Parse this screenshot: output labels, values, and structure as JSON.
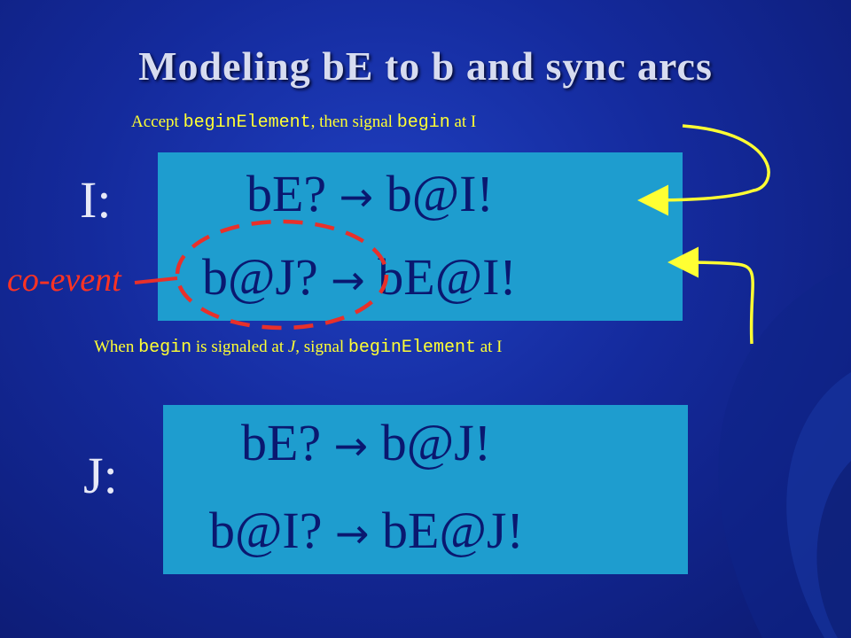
{
  "title": "Modeling bE to b and sync arcs",
  "note_top": {
    "pre": "Accept ",
    "code1": "beginElement",
    "mid": ", then signal ",
    "code2": "begin",
    "post": " at I"
  },
  "note_bottom": {
    "pre": "When ",
    "code1": "begin",
    "mid": " is signaled at ",
    "j": "J",
    "mid2": ", signal ",
    "code2": "beginElement",
    "post": " at I"
  },
  "arrow_glyph": "→",
  "blocks": {
    "i": {
      "label": "I:",
      "rule1": {
        "left": "bE?",
        "right": "b@I!"
      },
      "rule2": {
        "left": "b@J?",
        "right": "bE@I!"
      }
    },
    "j": {
      "label": "J:",
      "rule1": {
        "left": "bE?",
        "right": "b@J!"
      },
      "rule2": {
        "left": "b@I?",
        "right": "bE@J!"
      }
    }
  },
  "annotation": "co-event",
  "colors": {
    "background": "#142a9c",
    "box": "#1e9dcf",
    "rule_text": "#0a1870",
    "note": "#ffff33",
    "coevent": "#ff3322",
    "title": "#d7dcf0"
  }
}
